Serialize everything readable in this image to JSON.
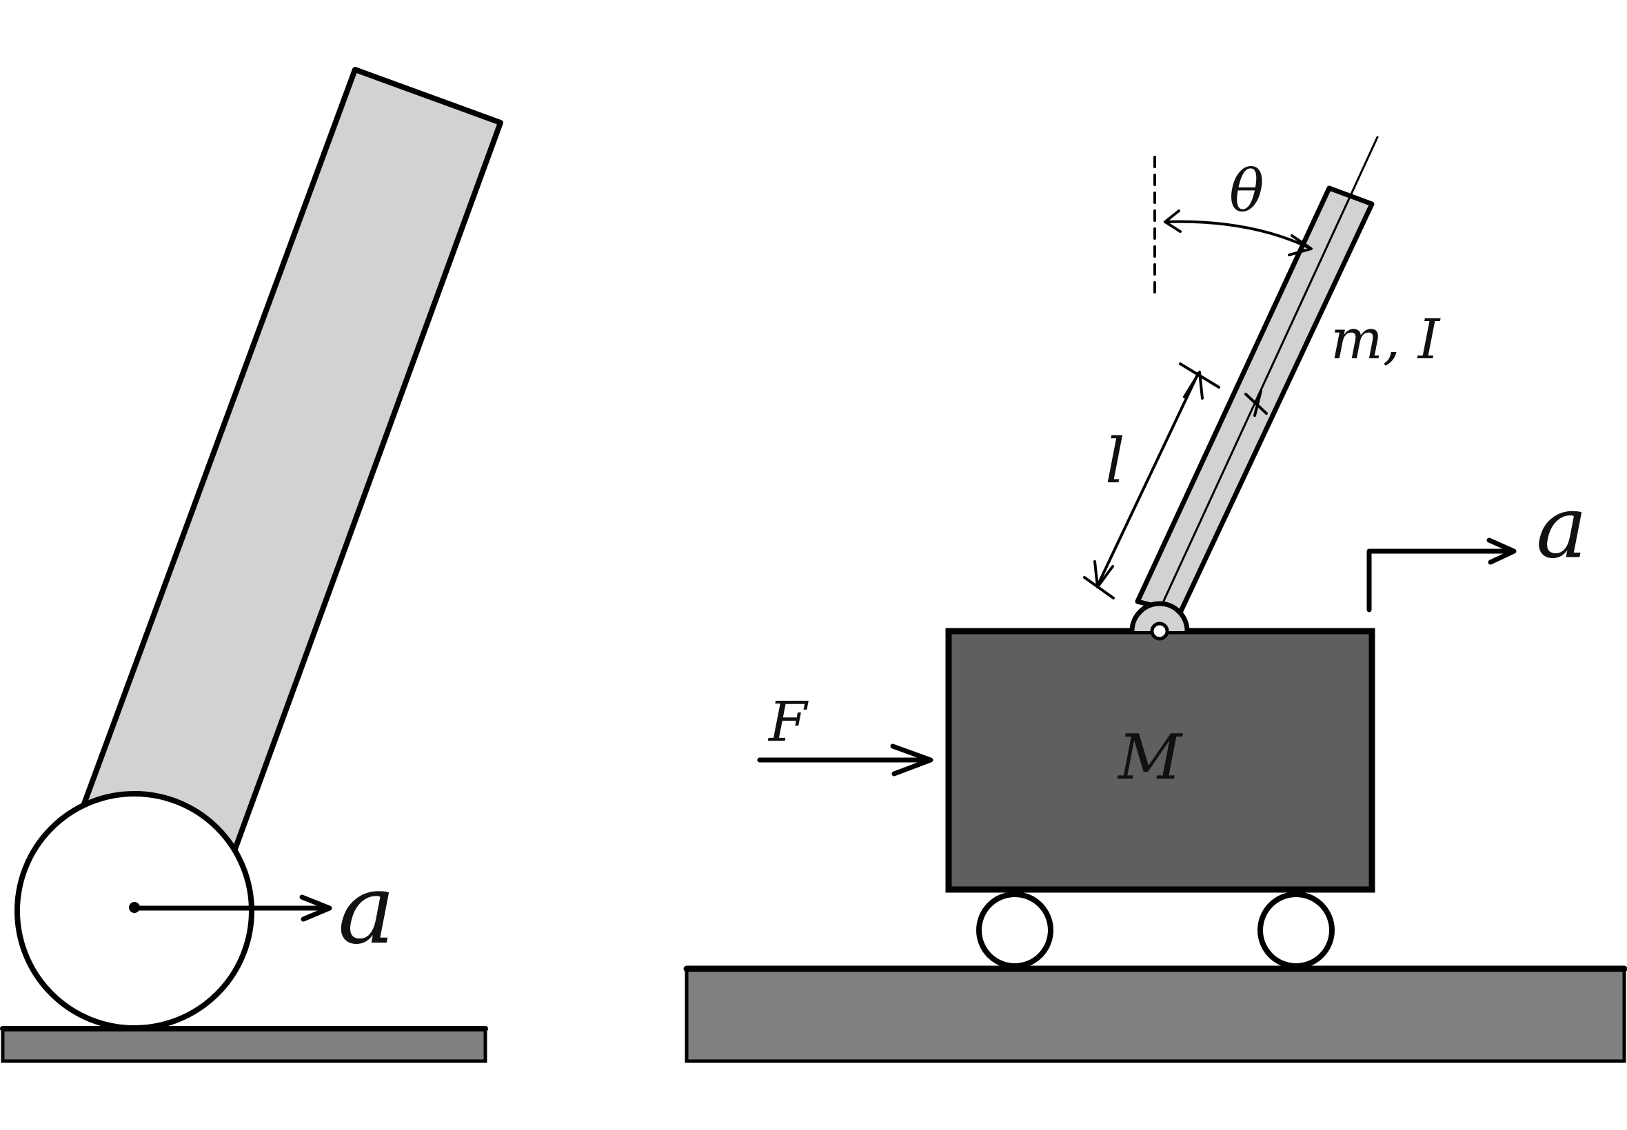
{
  "left_figure": {
    "acceleration_label": "a"
  },
  "right_figure": {
    "angle_label": "θ",
    "pendulum_label": "m, I",
    "length_label": "l",
    "cart_label": "M",
    "force_label": "F",
    "acceleration_label": "a"
  },
  "colors": {
    "pendulum_fill": "#d2d2d2",
    "cart_fill": "#5f5f5f",
    "ground_fill": "#808080",
    "outline": "#000000"
  }
}
